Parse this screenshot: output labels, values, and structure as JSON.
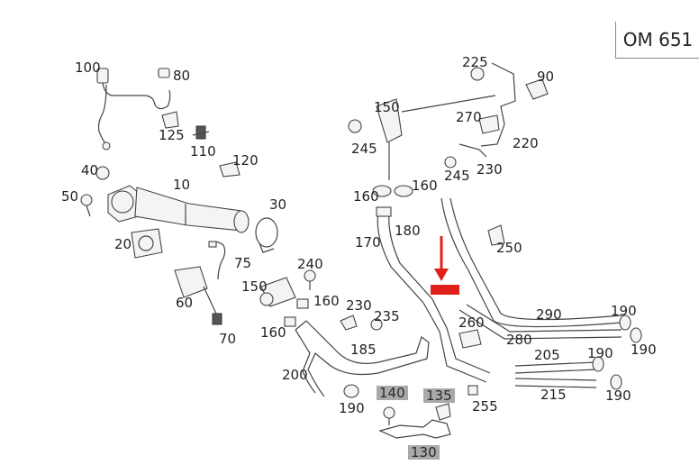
{
  "model": "OM 651",
  "marker": {
    "label": ""
  },
  "labels": {
    "l100": "100",
    "l80": "80",
    "l125": "125",
    "l110": "110",
    "l40": "40",
    "l50": "50",
    "l10": "10",
    "l120": "120",
    "l30": "30",
    "l20": "20",
    "l75": "75",
    "l60": "60",
    "l70": "70",
    "l240": "240",
    "l150a": "150",
    "l160a": "160",
    "l160b": "160",
    "l230a": "230",
    "l235": "235",
    "l185": "185",
    "l200": "200",
    "l190a": "190",
    "l140": "140",
    "l135": "135",
    "l130": "130",
    "l150b": "150",
    "l245a": "245",
    "l160c": "160",
    "l160d": "160",
    "l170": "170",
    "l180": "180",
    "l225": "225",
    "l90": "90",
    "l270": "270",
    "l220": "220",
    "l245b": "245",
    "l230b": "230",
    "l250": "250",
    "l260": "260",
    "l290": "290",
    "l280": "280",
    "l190b": "190",
    "l190c": "190",
    "l205": "205",
    "l190d": "190",
    "l215": "215",
    "l190e": "190",
    "l255": "255"
  },
  "highlighted_labels": [
    "140",
    "135",
    "130"
  ],
  "colors": {
    "highlight": "#a9a9a9",
    "marker": "#e0201a",
    "line": "#444444"
  }
}
